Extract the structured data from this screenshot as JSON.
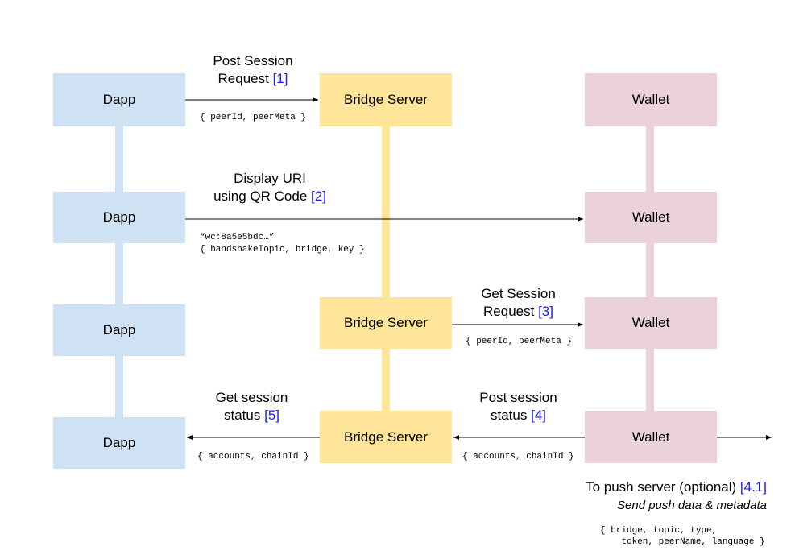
{
  "actors": {
    "dapp": "Dapp",
    "bridge": "Bridge Server",
    "wallet": "Wallet"
  },
  "steps": {
    "s1": {
      "line1": "Post Session",
      "line2": "Request",
      "ref": "[1]",
      "payload": "{ peerId, peerMeta }"
    },
    "s2": {
      "line1": "Display URI",
      "line2": "using QR Code",
      "ref": "[2]",
      "payload1": "“wc:8a5e5bdc…”",
      "payload2": "{ handshakeTopic, bridge, key }"
    },
    "s3": {
      "line1": "Get Session",
      "line2": "Request",
      "ref": "[3]",
      "payload": "{ peerId, peerMeta }"
    },
    "s4": {
      "line1": "Post session",
      "line2": "status",
      "ref": "[4]",
      "payload": "{ accounts, chainId }"
    },
    "s5": {
      "line1": "Get session",
      "line2": "status",
      "ref": "[5]",
      "payload": "{ accounts, chainId }"
    },
    "s41": {
      "line1": "To push server (optional)",
      "ref": "[4.1]",
      "subtitle": "Send push data & metadata",
      "payload1": "{ bridge, topic, type,",
      "payload2": "    token, peerName, language }"
    }
  },
  "colors": {
    "dapp": "#cfe2f3",
    "bridge": "#ffe599",
    "wallet": "#ead1dc",
    "ref": "#1a1aff"
  }
}
